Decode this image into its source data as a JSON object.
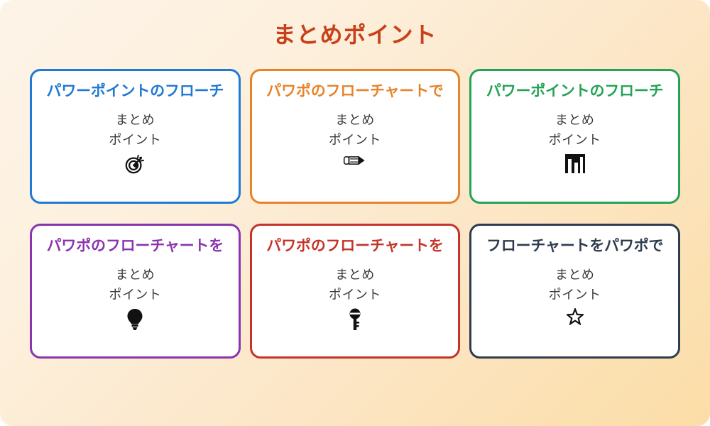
{
  "slide": {
    "title": "まとめポイント",
    "title_color": "#c8411a",
    "background_from": "#fdf4e8",
    "background_to": "#fbdda6",
    "body_text_color": "#3a3a3a",
    "icon_color": "#111111"
  },
  "cards": [
    {
      "title": "パワーポイントのフローチ",
      "body": "まとめ\nポイント",
      "icon": "dart-target-icon",
      "color": "#2079d2"
    },
    {
      "title": "パワポのフローチャートで",
      "body": "まとめ\nポイント",
      "icon": "pencil-icon",
      "color": "#e8832a"
    },
    {
      "title": "パワーポイントのフローチ",
      "body": "まとめ\nポイント",
      "icon": "bar-chart-icon",
      "color": "#24a356"
    },
    {
      "title": "パワポのフローチャートを",
      "body": "まとめ\nポイント",
      "icon": "lightbulb-icon",
      "color": "#8a35ad"
    },
    {
      "title": "パワポのフローチャートを",
      "body": "まとめ\nポイント",
      "icon": "key-icon",
      "color": "#c4342a"
    },
    {
      "title": "フローチャートをパワポで",
      "body": "まとめ\nポイント",
      "icon": "star-icon",
      "color": "#2e3c50"
    }
  ]
}
